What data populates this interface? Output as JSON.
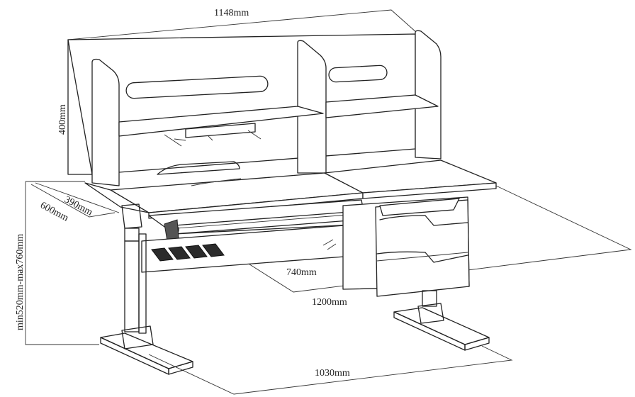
{
  "dimensions": {
    "width_top": "1148mm",
    "shelf_height": "400mm",
    "depth_small": "390mm",
    "depth_large": "600mm",
    "height_range": "min520mm-max760mm",
    "desk_depth": "740mm",
    "desk_width": "1200mm",
    "base_width": "1030mm"
  }
}
